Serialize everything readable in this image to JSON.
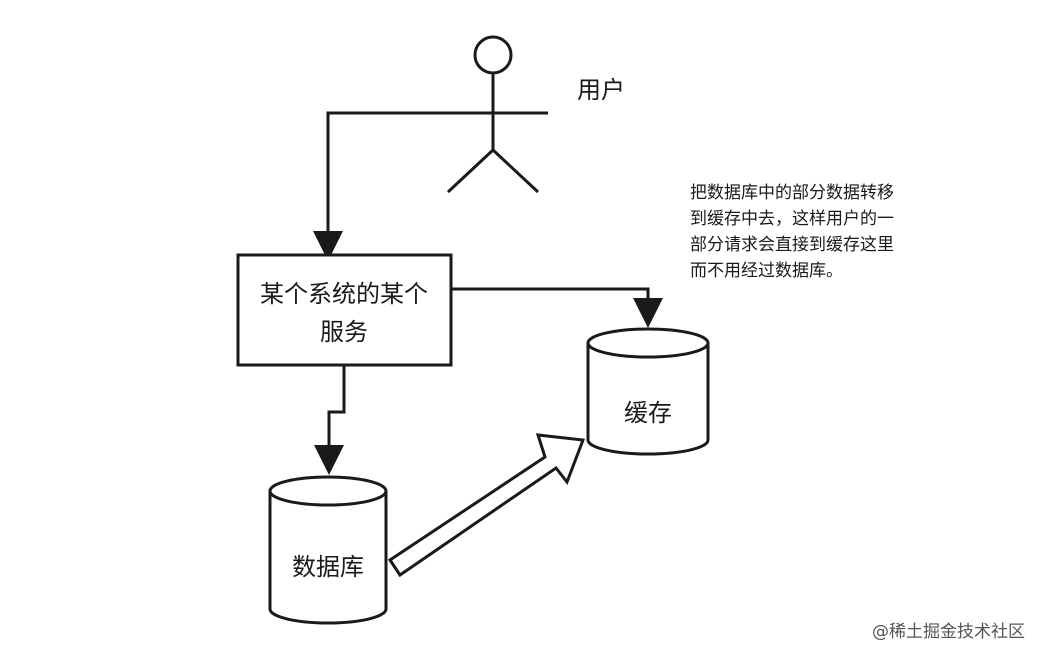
{
  "actor": {
    "label": "用户"
  },
  "service_box": {
    "line1": "某个系统的某个",
    "line2": "服务"
  },
  "cache": {
    "label": "缓存"
  },
  "database": {
    "label": "数据库"
  },
  "note": {
    "text": "把数据库中的部分数据转移\n到缓存中去，这样用户的一\n部分请求会直接到缓存这里\n而不用经过数据库。"
  },
  "watermark": {
    "text": "@稀土掘金技术社区"
  },
  "colors": {
    "stroke": "#1a1a1a",
    "background": "#ffffff"
  }
}
